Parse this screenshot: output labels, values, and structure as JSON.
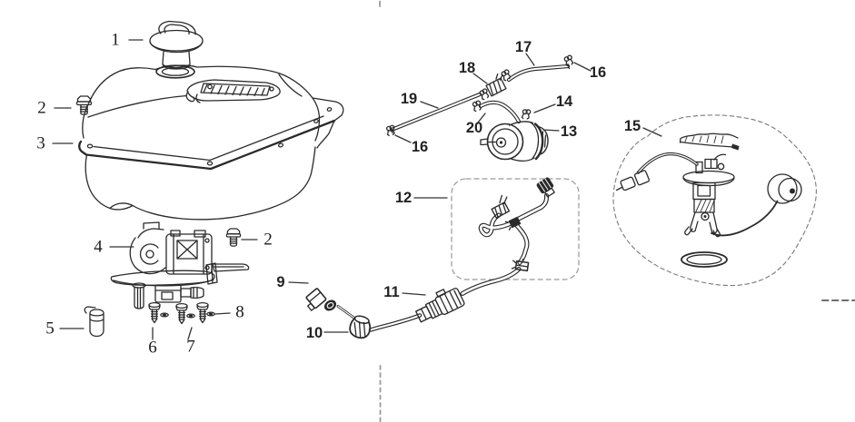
{
  "colors": {
    "background": "#ffffff",
    "line": "#2a2a2a",
    "muted_dash": "#8a8a8a"
  },
  "callouts": {
    "c1": "1",
    "c2a": "2",
    "c2b": "2",
    "c3": "3",
    "c4": "4",
    "c5": "5",
    "c6": "6",
    "c7": "7",
    "c8": "8",
    "c9": "9",
    "c10": "10",
    "c11": "11",
    "c12": "12",
    "c13": "13",
    "c14": "14",
    "c15": "15",
    "c16a": "16",
    "c16b": "16",
    "c17": "17",
    "c18": "18",
    "c19": "19",
    "c20": "20"
  }
}
